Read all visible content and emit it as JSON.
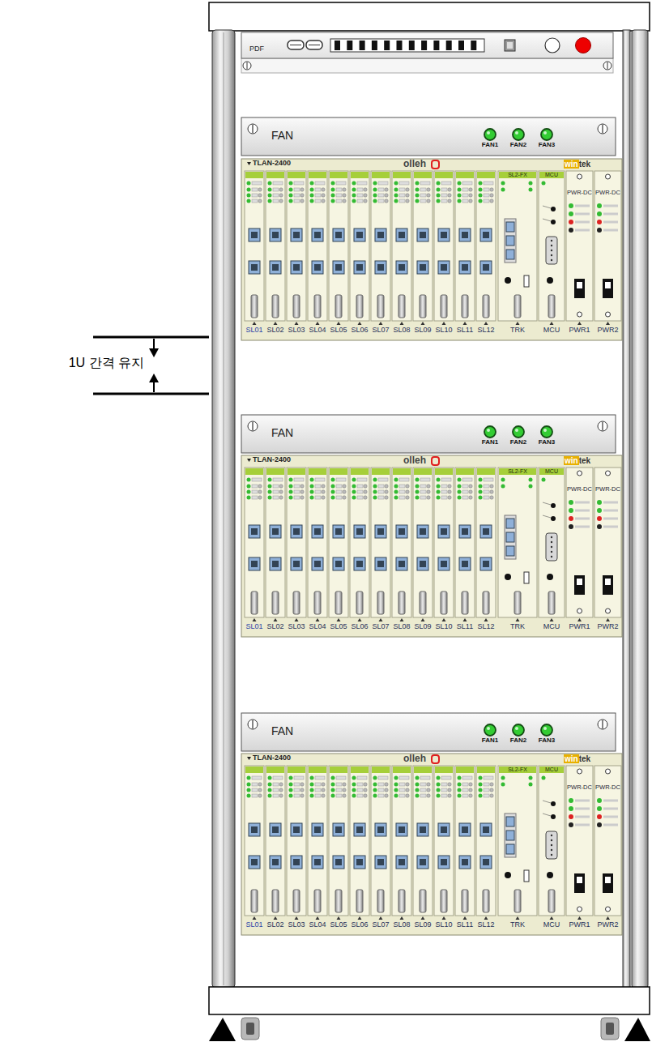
{
  "diagram": {
    "nodes": [
      {
        "text": [
          "PDF"
        ]
      },
      {
        "text": [
          "FAN",
          "FAN1",
          "FAN2",
          "FAN3"
        ]
      },
      {
        "text": [
          "TLAN-2400",
          "olleh",
          "win",
          "tek",
          "SL2-FX",
          "MCU",
          "PWR-DC",
          "PWR-DC",
          "SL01",
          "SL02",
          "SL03",
          "SL04",
          "SL05",
          "SL06",
          "SL07",
          "SL08",
          "SL09",
          "SL10",
          "SL11",
          "SL12",
          "TRK",
          "MCU",
          "PWR1",
          "PWR2"
        ]
      },
      {
        "text": [
          "FAN",
          "FAN1",
          "FAN2",
          "FAN3"
        ]
      },
      {
        "text": [
          "TLAN-2400",
          "olleh",
          "win",
          "tek",
          "SL2-FX",
          "MCU",
          "PWR-DC",
          "PWR-DC",
          "SL01",
          "SL02",
          "SL03",
          "SL04",
          "SL05",
          "SL06",
          "SL07",
          "SL08",
          "SL09",
          "SL10",
          "SL11",
          "SL12",
          "TRK",
          "MCU",
          "PWR1",
          "PWR2"
        ]
      },
      {
        "text": [
          "FAN",
          "FAN1",
          "FAN2",
          "FAN3"
        ]
      },
      {
        "text": [
          "TLAN-2400",
          "olleh",
          "win",
          "tek",
          "SL2-FX",
          "MCU",
          "PWR-DC",
          "PWR-DC",
          "SL01",
          "SL02",
          "SL03",
          "SL04",
          "SL05",
          "SL06",
          "SL07",
          "SL08",
          "SL09",
          "SL10",
          "SL11",
          "SL12",
          "TRK",
          "MCU",
          "PWR1",
          "PWR2"
        ]
      }
    ],
    "labels": [
      "1U 간격 유지"
    ]
  }
}
